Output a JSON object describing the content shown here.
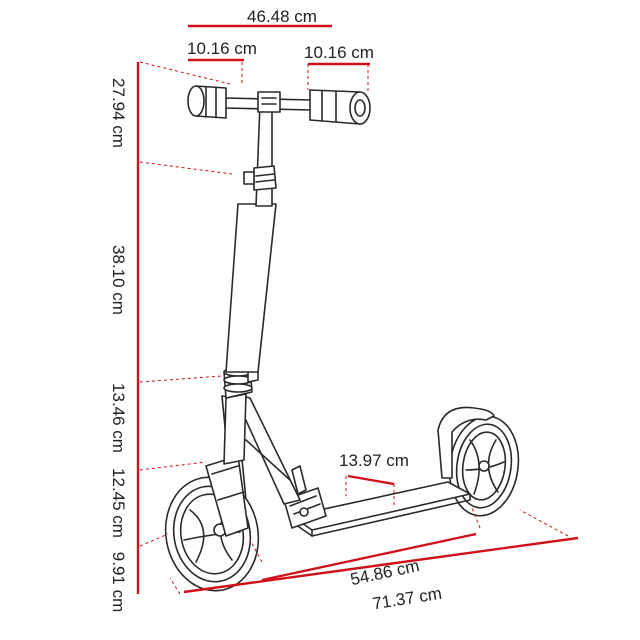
{
  "colors": {
    "dimension": "#d0101a",
    "ink": "#2a2a2a",
    "background": "#ffffff"
  },
  "dimensions": {
    "handlebar_width": "46.48 cm",
    "left_grip": "10.16 cm",
    "right_grip": "10.16 cm",
    "upper_stem": "27.94 cm",
    "mid_stem": "38.10 cm",
    "stem_to_fork": "13.46 cm",
    "fork_height": "12.45 cm",
    "wheel_height": "9.91 cm",
    "deck_width": "13.97 cm",
    "deck_length": "54.86 cm",
    "total_length": "71.37 cm"
  }
}
